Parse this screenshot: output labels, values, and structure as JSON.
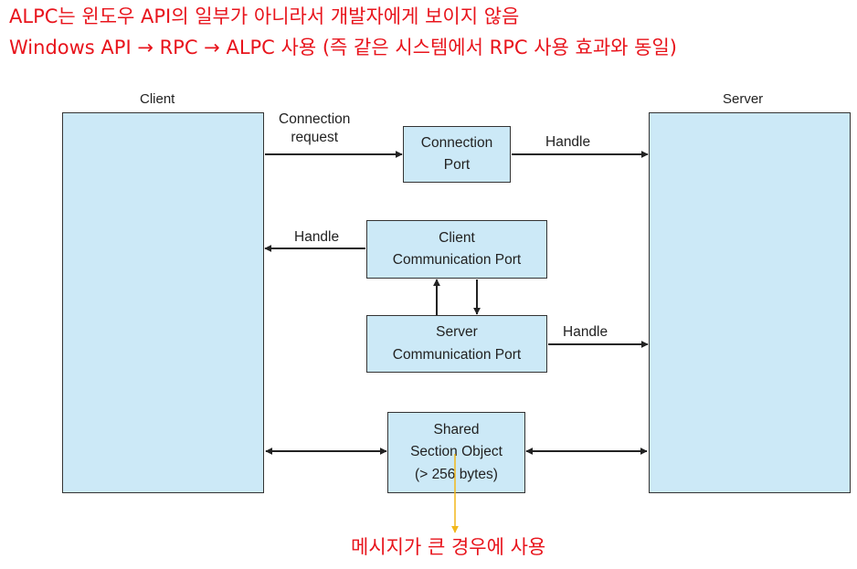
{
  "notes": {
    "line1": "ALPC는 윈도우 API의 일부가 아니라서 개발자에게 보이지 않음",
    "line2": "Windows API → RPC → ALPC 사용 (즉 같은 시스템에서 RPC 사용 효과와 동일)"
  },
  "diagram": {
    "client_label": "Client",
    "server_label": "Server",
    "connection_request_label": "Connection\nrequest",
    "connection_port": "Connection\nPort",
    "client_communication_port": "Client\nCommunication Port",
    "server_communication_port": "Server\nCommunication Port",
    "shared_section_object": "Shared\nSection Object\n(> 256 bytes)",
    "handle_label_1": "Handle",
    "handle_label_2": "Handle",
    "handle_label_3": "Handle"
  },
  "footnote": "메시지가 큰 경우에 사용",
  "colors": {
    "box_fill": "#cce9f7",
    "note_red": "#e8141c",
    "pointer_yellow": "#f2b71a"
  }
}
